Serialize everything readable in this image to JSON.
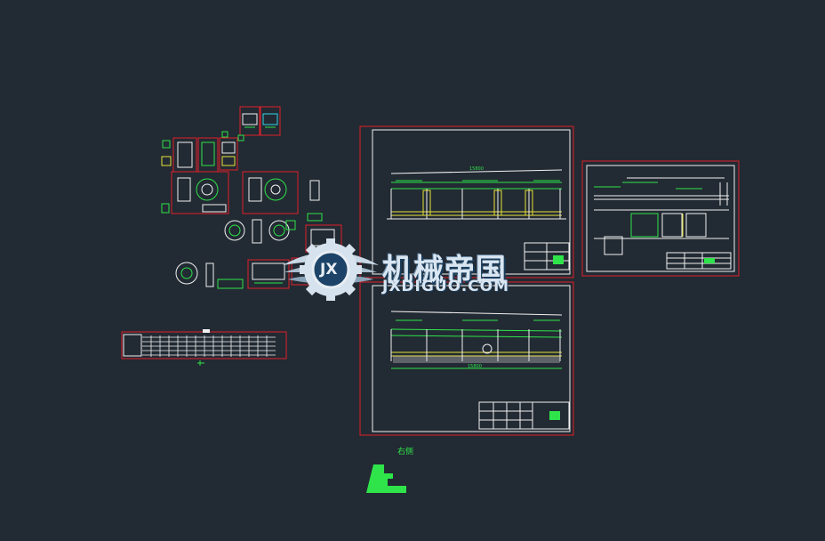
{
  "watermark": {
    "title": "机械帝国",
    "subtitle": "JXDIGUO.COM",
    "logo_text": "JX"
  },
  "labels": {
    "bottom_label": "右侧",
    "dim_top_total": "15800",
    "dim_bottom_total": "15800"
  },
  "colors": {
    "background": "#222a33",
    "frame": "#e0202a",
    "drawing": "#f2f2f2",
    "green": "#2fe44a",
    "yellow": "#e8e23a",
    "cyan": "#33d6e6"
  },
  "icons": {
    "logo": "gear-wings-logo-icon"
  }
}
